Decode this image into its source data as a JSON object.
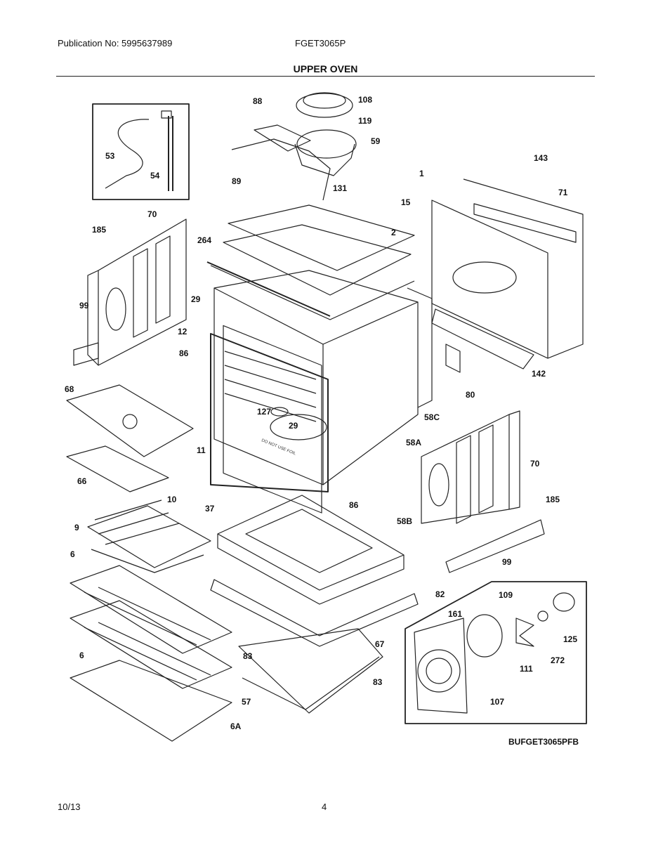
{
  "header": {
    "publication": "Publication No: 5995637989",
    "model": "FGET3065P",
    "section": "UPPER OVEN"
  },
  "footer": {
    "date": "10/13",
    "page": "4",
    "figure_code": "BUFGET3065PFB"
  },
  "cavity_stamp": "DO NOT USE FOIL",
  "callouts": [
    "108",
    "88",
    "119",
    "59",
    "143",
    "1",
    "71",
    "53",
    "54",
    "89",
    "131",
    "15",
    "2",
    "70",
    "185",
    "264",
    "29",
    "99",
    "12",
    "86",
    "68",
    "127",
    "80",
    "142",
    "58C",
    "11",
    "66",
    "58A",
    "10",
    "37",
    "86",
    "185",
    "9",
    "58B",
    "99",
    "6",
    "82",
    "109",
    "161",
    "125",
    "83",
    "67",
    "111",
    "272",
    "6",
    "83",
    "57",
    "107",
    "6A",
    "70",
    "29"
  ]
}
